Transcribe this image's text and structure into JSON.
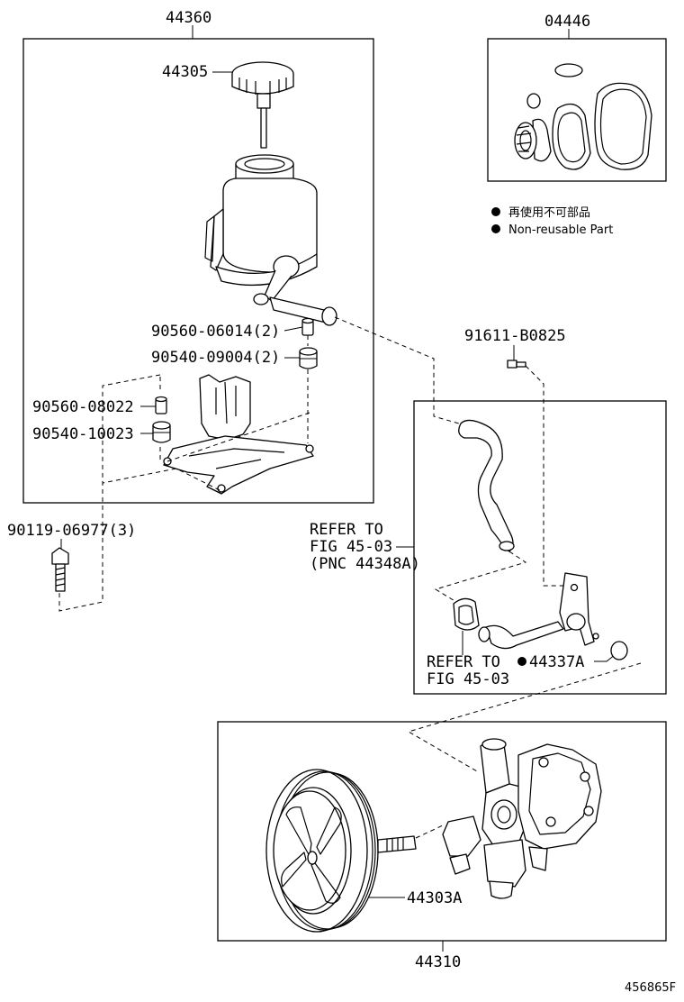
{
  "labels": {
    "reservoir_assy": "44360",
    "cap": "44305",
    "gasket_kit": "04446",
    "legend_jp": "再使用不可部品",
    "legend_en": "Non-reusable Part",
    "bolt_small": "91611-B0825",
    "collar_1": "90560-06014(2)",
    "cushion_1": "90540-09004(2)",
    "collar_2": "90560-08022",
    "cushion_2": "90540-10023",
    "bolt_bracket": "90119-06977(3)",
    "refer_fig_1_line1": "REFER TO",
    "refer_fig_1_line2": "FIG 45-03",
    "refer_fig_1_line3": "(PNC 44348A)",
    "refer_fig_2_line1": "REFER TO",
    "refer_fig_2_line2": "FIG 45-03",
    "oring": "44337A",
    "pulley": "44303A",
    "pump_assy": "44310",
    "drawing_id": "456865F"
  },
  "icons": {
    "non_reusable": "filled-circle"
  }
}
